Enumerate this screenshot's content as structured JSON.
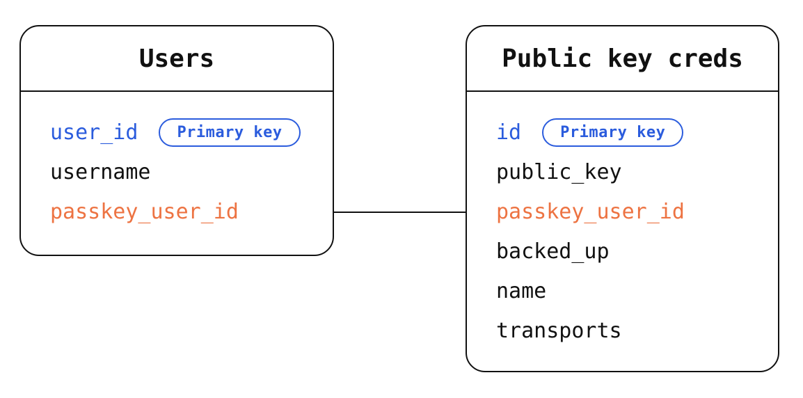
{
  "tables": [
    {
      "title": "Users",
      "fields": [
        {
          "name": "user_id",
          "role": "primary",
          "badge": "Primary key"
        },
        {
          "name": "username",
          "role": "normal"
        },
        {
          "name": "passkey_user_id",
          "role": "foreign"
        }
      ]
    },
    {
      "title": "Public key creds",
      "fields": [
        {
          "name": "id",
          "role": "primary",
          "badge": "Primary key"
        },
        {
          "name": "public_key",
          "role": "normal"
        },
        {
          "name": "passkey_user_id",
          "role": "foreign"
        },
        {
          "name": "backed_up",
          "role": "normal"
        },
        {
          "name": "name",
          "role": "normal"
        },
        {
          "name": "transports",
          "role": "normal"
        }
      ]
    }
  ],
  "relationship": {
    "from_table": "Users",
    "from_field": "passkey_user_id",
    "to_table": "Public key creds",
    "to_field": "passkey_user_id"
  },
  "colors": {
    "primary_blue": "#2B5CDD",
    "foreign_orange": "#ED7342",
    "ink_black": "#111111",
    "background_white": "#FFFFFF"
  }
}
